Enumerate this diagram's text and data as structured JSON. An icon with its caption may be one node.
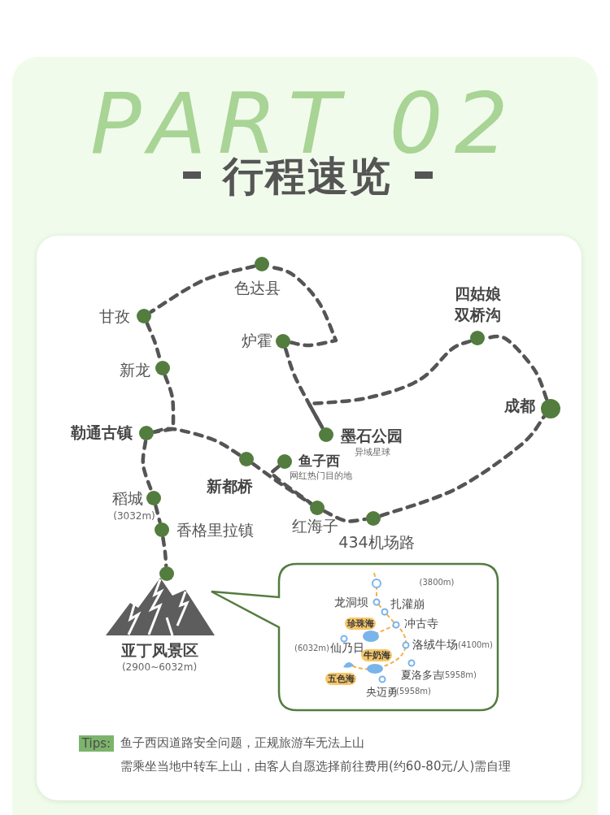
{
  "diagram": {
    "title": "行程速览",
    "nodes": [
      {
        "text": [],
        "shape": "circle",
        "beside": [
          "成都"
        ]
      },
      {
        "text": [],
        "shape": "circle",
        "beside": [
          "四姑娘",
          "双桥沟"
        ]
      },
      {
        "text": [],
        "shape": "circle",
        "beside": [
          "墨石公园",
          "异域星球"
        ]
      },
      {
        "text": [],
        "shape": "circle",
        "beside": [
          "炉霍"
        ]
      },
      {
        "text": [],
        "shape": "circle",
        "beside": [
          "色达县"
        ]
      },
      {
        "text": [],
        "shape": "circle",
        "beside": [
          "甘孜"
        ]
      },
      {
        "text": [],
        "shape": "circle",
        "beside": [
          "新龙"
        ]
      },
      {
        "text": [],
        "shape": "circle",
        "beside": [
          "勒通古镇"
        ]
      },
      {
        "text": [],
        "shape": "circle",
        "beside": [
          "新都桥"
        ]
      },
      {
        "text": [],
        "shape": "circle",
        "beside": [
          "鱼子西",
          "网红热门目的地"
        ]
      },
      {
        "text": [],
        "shape": "circle",
        "beside": [
          "红海子"
        ]
      },
      {
        "text": [],
        "shape": "circle",
        "beside": [
          "434机场路"
        ]
      },
      {
        "text": [],
        "shape": "circle",
        "beside": [
          "稻城",
          "(3032m)"
        ]
      },
      {
        "text": [],
        "shape": "circle",
        "beside": [
          "香格里拉镇"
        ]
      },
      {
        "text": [],
        "shape": "circle",
        "beside": [
          "亚丁风景区",
          "(2900~6032m)"
        ]
      },
      {
        "text": [],
        "shape": "box"
      },
      {
        "text": [
          "珍珠海"
        ],
        "in": 15
      },
      {
        "text": [
          "牛奶海"
        ],
        "in": 15
      },
      {
        "text": [
          "五色海"
        ],
        "in": 15
      },
      {
        "text": [
          "Tips:"
        ],
        "beside": [
          "鱼子西因道路安全问题，正规旅游车无法上山",
          "需乘坐当地中转车上山，由客人自愿选择前往费用(约60-80元/人)需自理"
        ]
      }
    ],
    "edges": [
      {
        "from": 0,
        "to": 1,
        "arrow": "none"
      },
      {
        "from": 1,
        "to": 2,
        "arrow": "none"
      },
      {
        "from": 3,
        "to": 2,
        "arrow": "none"
      },
      {
        "from": 3,
        "to": 4,
        "arrow": "none"
      },
      {
        "from": 4,
        "to": 5,
        "arrow": "none"
      },
      {
        "from": 5,
        "to": 6,
        "arrow": "none"
      },
      {
        "from": 6,
        "to": 7,
        "arrow": "none"
      },
      {
        "from": 7,
        "to": 8,
        "arrow": "none"
      },
      {
        "from": 7,
        "to": 12,
        "arrow": "none"
      },
      {
        "from": 12,
        "to": 13,
        "arrow": "none"
      },
      {
        "from": 13,
        "to": 14,
        "arrow": "none"
      },
      {
        "from": 8,
        "to": 10,
        "arrow": "none"
      },
      {
        "from": 9,
        "to": 10,
        "arrow": "none"
      },
      {
        "from": 10,
        "to": 11,
        "arrow": "none"
      },
      {
        "from": 11,
        "to": 0,
        "arrow": "none"
      }
    ],
    "labels": [
      "PART 02",
      "(3800m)",
      "龙洞坝",
      "扎灌崩",
      "冲古寺",
      "(6032m)",
      "仙乃日",
      "洛绒牛场",
      "(4100m)",
      "夏洛多吉",
      "(5958m)",
      "央迈勇",
      "(5958m)"
    ]
  }
}
